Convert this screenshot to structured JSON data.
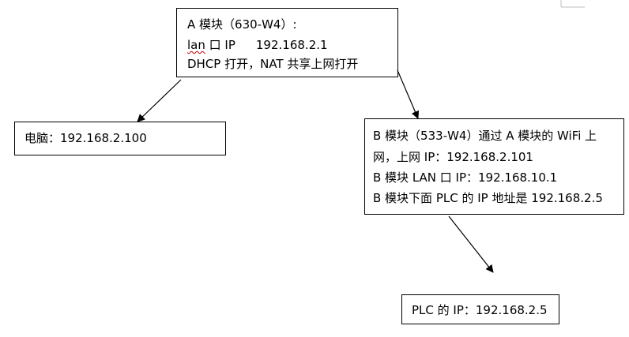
{
  "box_a": {
    "line1": "A 模块（630-W4）:",
    "line2_lan": "lan",
    "line2_port": " 口 IP",
    "line2_ip": "192.168.2.1",
    "line3": "DHCP 打开，NAT 共享上网打开"
  },
  "box_pc": {
    "line1": "电脑：192.168.2.100"
  },
  "box_b": {
    "line1": "B 模块（533-W4）通过 A 模块的 WiFi 上",
    "line2": "网，上网 IP：192.168.2.101",
    "line3": "B 模块 LAN 口 IP：192.168.10.1",
    "line4": "B 模块下面 PLC 的 IP 地址是 192.168.2.5"
  },
  "box_plc": {
    "line1": "PLC 的 IP：192.168.2.5"
  }
}
